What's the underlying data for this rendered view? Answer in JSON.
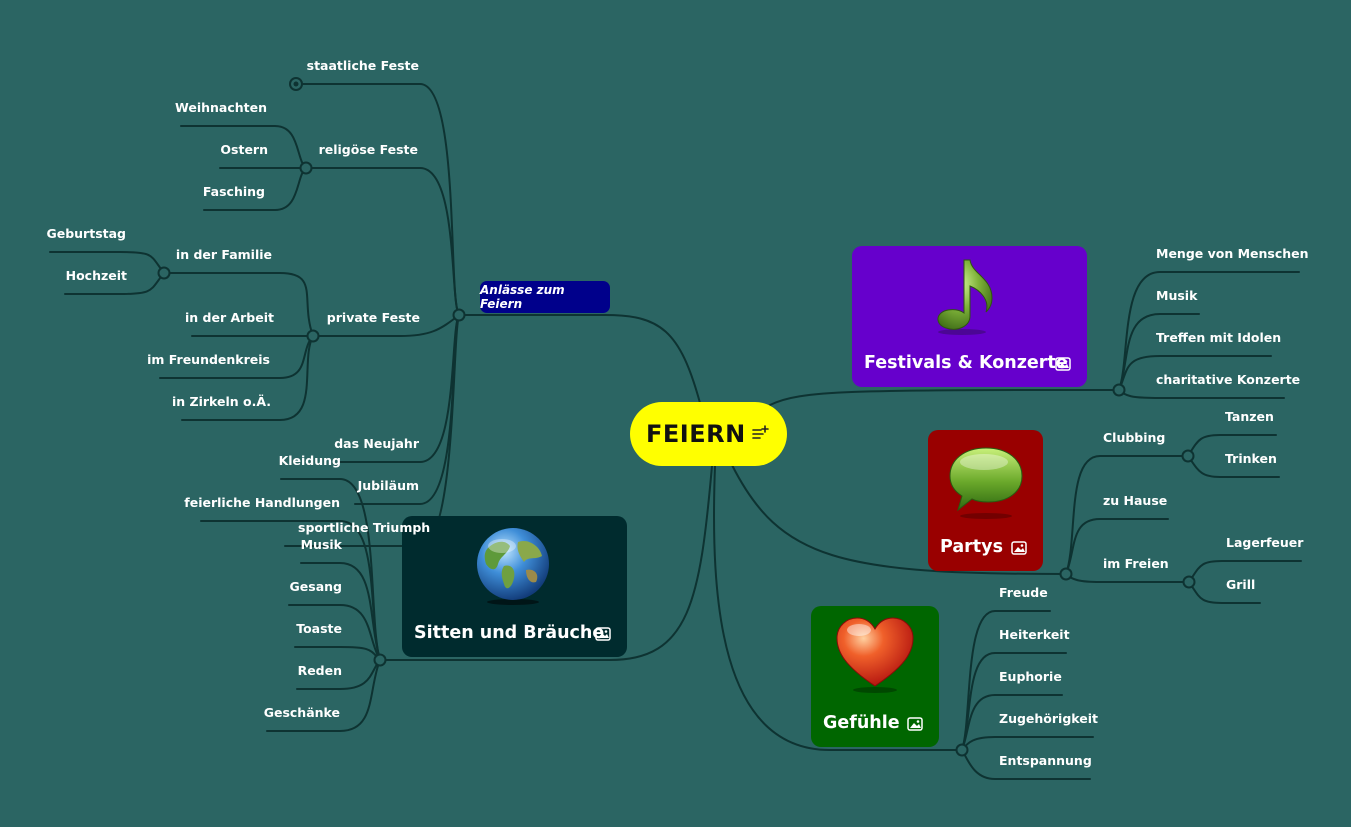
{
  "root": {
    "title": "FEIERN",
    "icon": "note-icon"
  },
  "colors": {
    "background": "#2b6563",
    "line": "#0e3332",
    "root": "#ffff00",
    "festivals": "#6600cc",
    "partys": "#990000",
    "gefuehle": "#006600",
    "sitten": "#002b2e",
    "anlaesse": "#00008b"
  },
  "anlaesse": {
    "title": "Anlässe zum Feiern",
    "staatliche": "staatliche Feste",
    "religioese": "religöse Feste",
    "weihnachten": "Weihnachten",
    "ostern": "Ostern",
    "fasching": "Fasching",
    "private": "private Feste",
    "familie": "in der Familie",
    "geburtstag": "Geburtstag",
    "hochzeit": "Hochzeit",
    "arbeit": "in der Arbeit",
    "freundenkreis": "im Freundenkreis",
    "zirkeln": "in Zirkeln o.Ä.",
    "neujahr": "das Neujahr",
    "jubilaeum": "Jubiläum",
    "triumph": "sportliche Triumph"
  },
  "festivals": {
    "title": "Festivals & Konzerte",
    "icon": "music-note-icon",
    "items": [
      "Menge von Menschen",
      "Musik",
      "Treffen mit Idolen",
      "charitative Konzerte"
    ]
  },
  "partys": {
    "title": "Partys",
    "icon": "speech-bubble-icon",
    "clubbing": "Clubbing",
    "tanzen": "Tanzen",
    "trinken": "Trinken",
    "zuhause": "zu Hause",
    "imfreien": "im Freien",
    "lagerfeuer": "Lagerfeuer",
    "grill": "Grill"
  },
  "gefuehle": {
    "title": "Gefühle",
    "icon": "heart-icon",
    "items": [
      "Freude",
      "Heiterkeit",
      "Euphorie",
      "Zugehörigkeit",
      "Entspannung"
    ]
  },
  "sitten": {
    "title": "Sitten und Bräuche",
    "icon": "globe-icon",
    "items": [
      "Kleidung",
      "feierliche Handlungen",
      "Musik",
      "Gesang",
      "Toaste",
      "Reden",
      "Geschänke"
    ]
  }
}
